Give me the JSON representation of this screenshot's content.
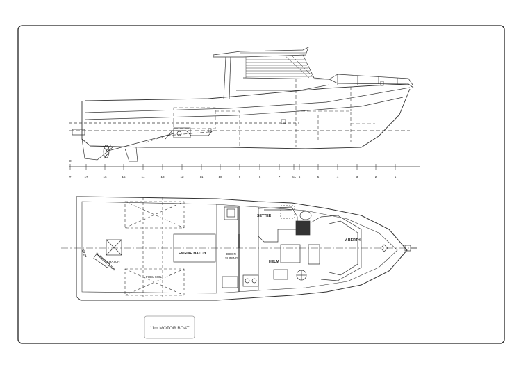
{
  "title_block": {
    "text": "11m MOTOR BOAT"
  },
  "station_marks": [
    "O",
    "T",
    "17",
    "16",
    "15",
    "14",
    "13",
    "12",
    "11",
    "10",
    "9",
    "8",
    "7",
    "6A",
    "6",
    "5",
    "4",
    "3",
    "2",
    "1"
  ],
  "plan_labels": {
    "engine_hatch": "ENGINE HATCH",
    "door_sliding": "DOOR\nSLIDING",
    "settee": "SETTEE",
    "helm": "HELM",
    "v_berth": "V-BERTH",
    "hatch": "HATCH",
    "step": "STEP",
    "transom_door": "TRANSOM DOOR",
    "fuel_tank": "FUEL 600L"
  }
}
